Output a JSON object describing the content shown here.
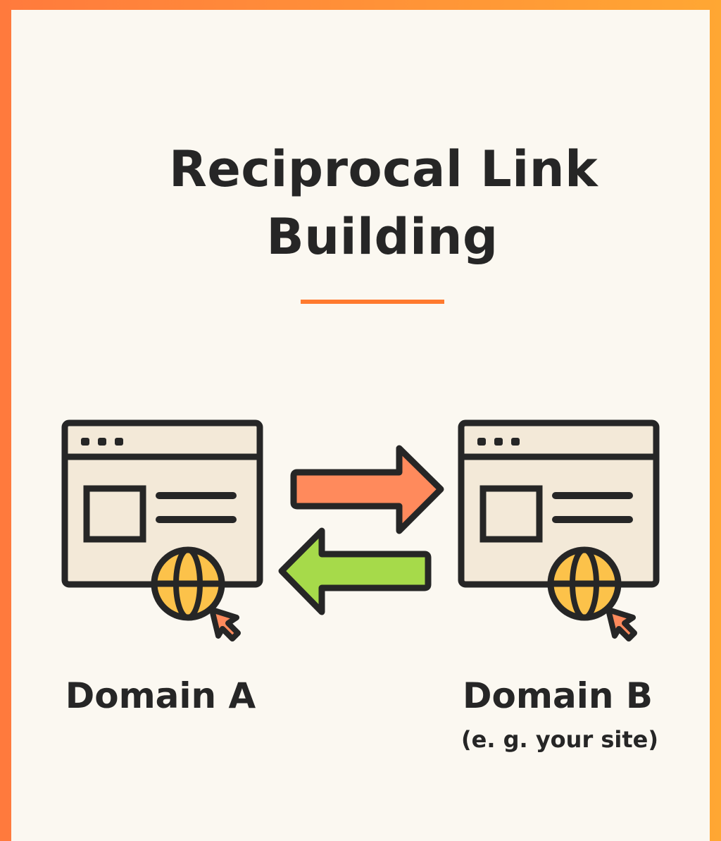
{
  "title": "Reciprocal Link Building",
  "title_lines": [
    "Reciprocal Link",
    "Building"
  ],
  "domain_a": {
    "label": "Domain A"
  },
  "domain_b": {
    "label": "Domain B",
    "sublabel": "(e. g. your site)"
  },
  "colors": {
    "accent": "#ff7a2e",
    "arrow_right": "#ff8a5c",
    "arrow_left": "#a6da4a",
    "globe": "#fcc24a",
    "browser_fill": "#f3e9d8",
    "outline": "#262626",
    "background": "#fbf8f1"
  },
  "icons": [
    "browser-window-icon",
    "globe-icon",
    "cursor-icon",
    "arrow-right-icon",
    "arrow-left-icon"
  ]
}
